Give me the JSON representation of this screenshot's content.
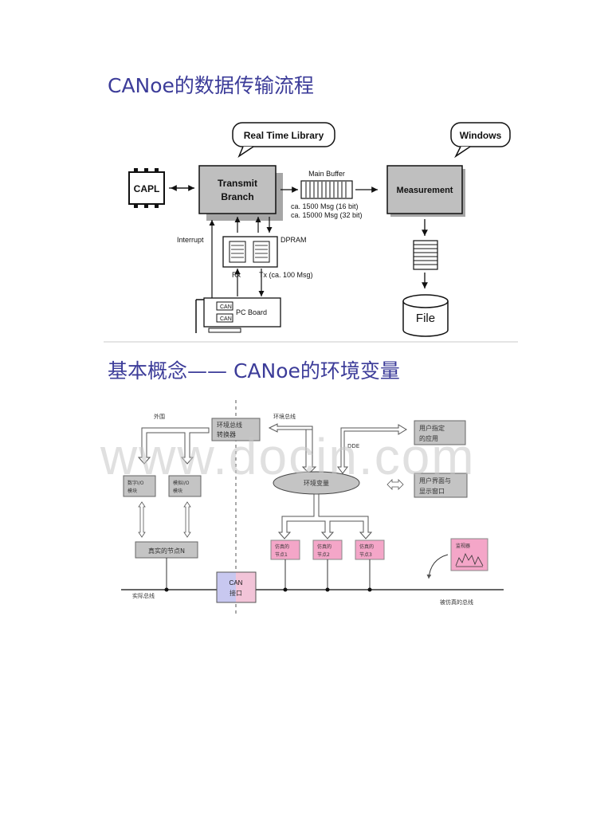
{
  "section1": {
    "title": "CANoe的数据传输流程",
    "bubble_left": "Real Time Library",
    "bubble_right": "Windows",
    "capl": "CAPL",
    "transmit_line1": "Transmit",
    "transmit_line2": "Branch",
    "main_buffer": "Main Buffer",
    "msg16": "ca. 1500 Msg (16 bit)",
    "msg32": "ca. 15000 Msg (32 bit)",
    "measurement": "Measurement",
    "interrupt": "Interrupt",
    "dpram": "DPRAM",
    "rx": "Rx",
    "tx": "Tx (ca. 100 Msg)",
    "can1": "CAN",
    "can2": "CAN",
    "pc_board": "PC Board",
    "file": "File"
  },
  "section2": {
    "title": "基本概念—— CANoe的环境变量",
    "outer": "外围",
    "env_bus": "环境总线",
    "converter_line1": "环境总线",
    "converter_line2": "转换器",
    "user_app_line1": "用户指定",
    "user_app_line2": "的应用",
    "dde": "DDE",
    "digital_line1": "数字I/O",
    "digital_line2": "模块",
    "analog_line1": "模拟I/O",
    "analog_line2": "模块",
    "env_var": "环境变量",
    "ui_line1": "用户界面与",
    "ui_line2": "显示窗口",
    "real_node": "真实的节点N",
    "sim1_line1": "仿真的",
    "sim1_line2": "节点1",
    "sim2_line1": "仿真的",
    "sim2_line2": "节点2",
    "sim3_line1": "仿真的",
    "sim3_line2": "节点3",
    "monitor": "监视器",
    "can_line1": "CAN",
    "can_line2": "接口",
    "real_bus": "实际总线",
    "sim_bus": "被仿真的总线"
  },
  "watermark": "www.docin.com",
  "colors": {
    "title": "#3c3c99",
    "box_gray": "#c0c0c0",
    "sim_pink": "#f4a6c8",
    "can_left": "#c8c8f0",
    "can_right": "#f2c4d8"
  }
}
